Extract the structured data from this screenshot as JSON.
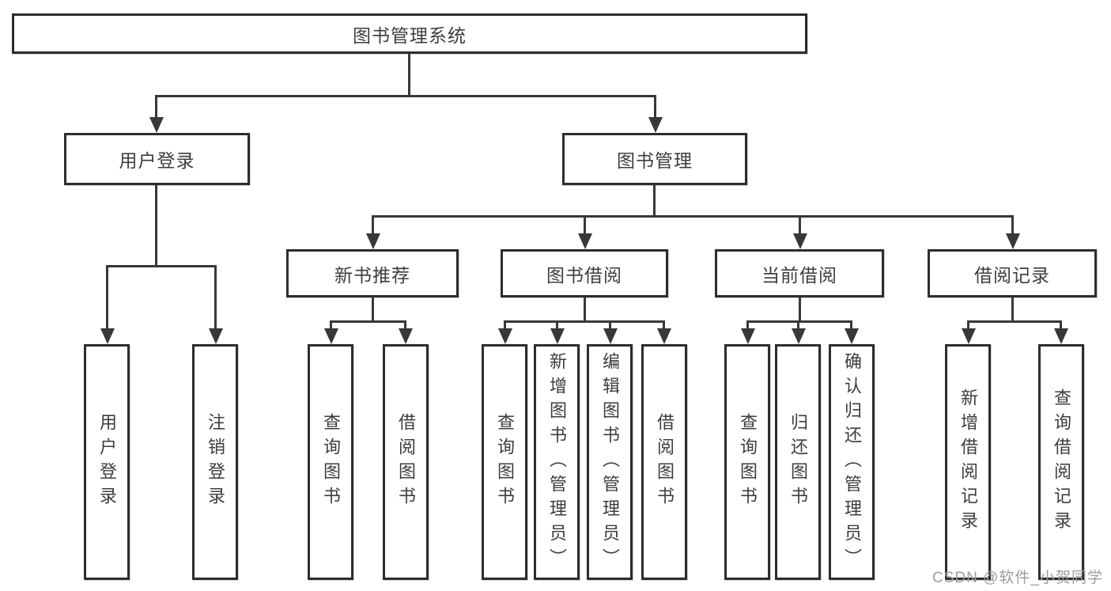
{
  "diagram": {
    "root": {
      "label": "图书管理系统"
    },
    "level2": [
      {
        "label": "用户登录"
      },
      {
        "label": "图书管理"
      }
    ],
    "level3": [
      {
        "label": "新书推荐"
      },
      {
        "label": "图书借阅"
      },
      {
        "label": "当前借阅"
      },
      {
        "label": "借阅记录"
      }
    ],
    "leaves": {
      "user_login": [
        {
          "label": "用户登录"
        },
        {
          "label": "注销登录"
        }
      ],
      "new_book": [
        {
          "label": "查询图书"
        },
        {
          "label": "借阅图书"
        }
      ],
      "book_borrow": [
        {
          "label": "查询图书"
        },
        {
          "label": "新增图书（管理员）"
        },
        {
          "label": "编辑图书（管理员）"
        },
        {
          "label": "借阅图书"
        }
      ],
      "current_borrow": [
        {
          "label": "查询图书"
        },
        {
          "label": "归还图书"
        },
        {
          "label": "确认归还（管理员）"
        }
      ],
      "borrow_record": [
        {
          "label": "新增借阅记录"
        },
        {
          "label": "查询借阅记录"
        }
      ]
    }
  },
  "watermark": {
    "text": "CSDN @软件_小贺同学"
  },
  "colors": {
    "line": "#383838",
    "border": "#2d2d2d",
    "text": "#3d3d3d",
    "watermark": "#9c9c9c",
    "background": "#ffffff"
  }
}
